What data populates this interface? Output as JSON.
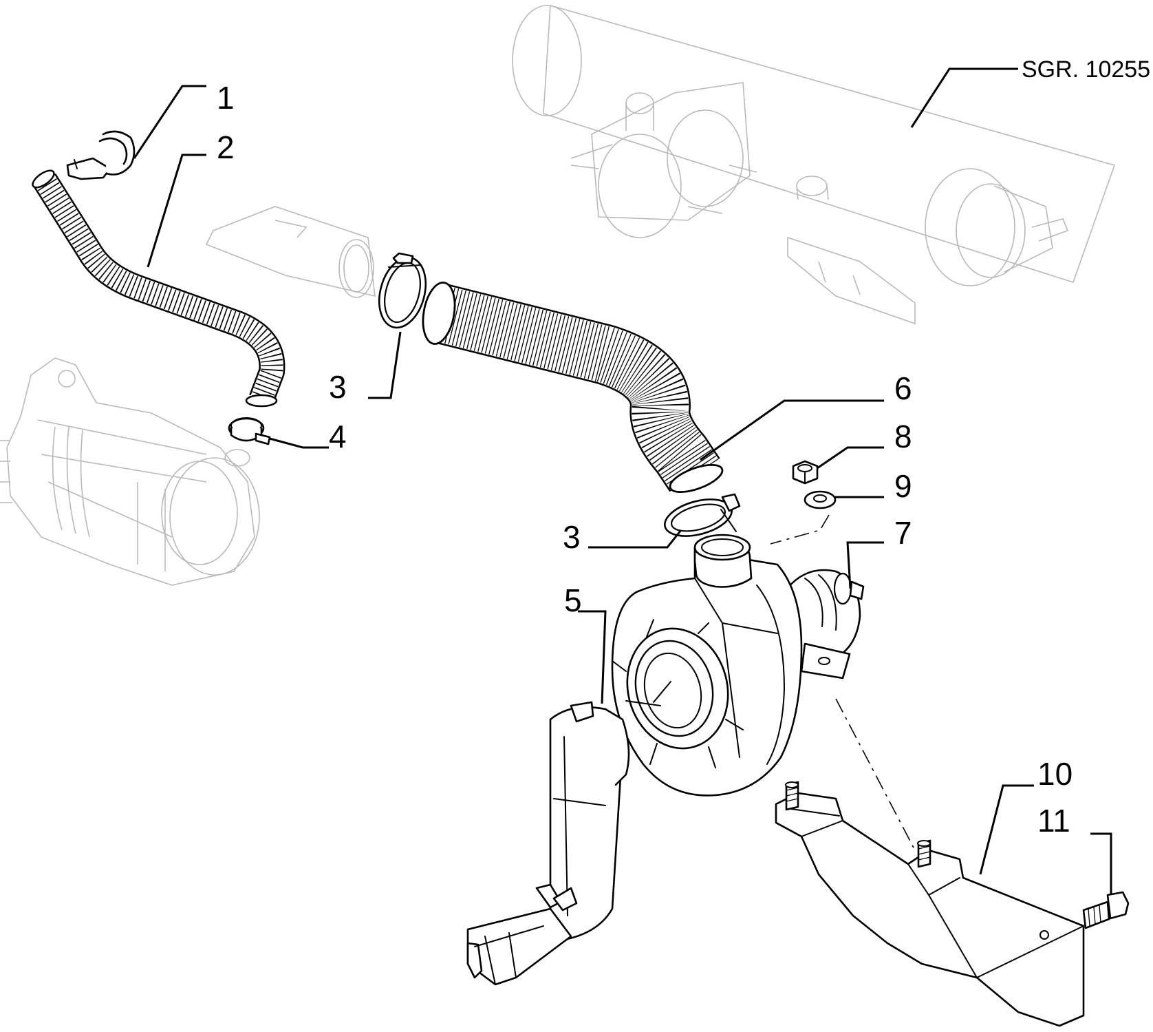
{
  "reference": "SGR. 10255",
  "callouts": [
    "1",
    "2",
    "3",
    "3",
    "4",
    "5",
    "6",
    "7",
    "8",
    "9",
    "10",
    "11"
  ],
  "colors": {
    "line": "#000000",
    "background_parts": "#b9b9b9",
    "paper": "#ffffff"
  }
}
